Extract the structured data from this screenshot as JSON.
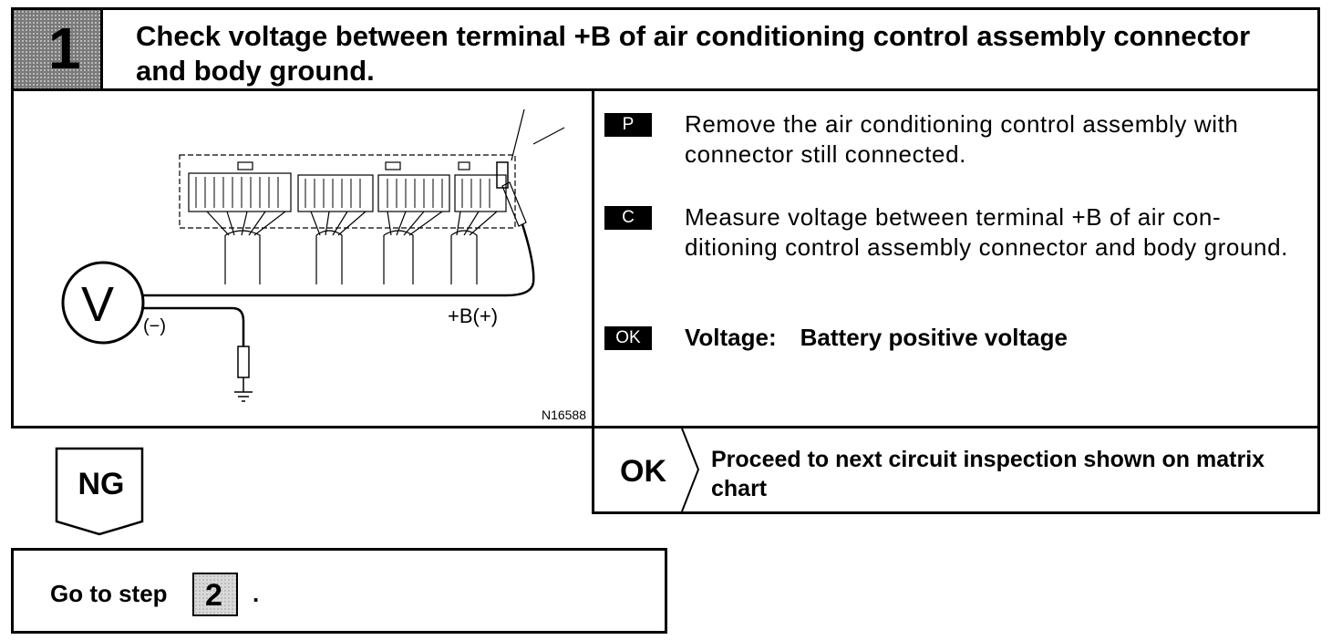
{
  "header": {
    "step_number": "1",
    "title": "Check voltage between terminal +B of air conditioning control assembly connector and body ground."
  },
  "diagram": {
    "meter_symbol": "V",
    "negative_label": "(−)",
    "positive_label": "+B(+)",
    "figure_id": "N16588"
  },
  "instructions": [
    {
      "tag": "P",
      "text": "Remove the air conditioning control assembly with connector still connected."
    },
    {
      "tag": "C",
      "text": "Measure voltage between terminal +B of air con-ditioning control assembly connector and body ground."
    },
    {
      "tag": "OK",
      "label": "Voltage:",
      "value": "Battery positive voltage"
    }
  ],
  "ok_result": {
    "label": "OK",
    "text": "Proceed to next circuit inspection shown on matrix chart"
  },
  "ng_result": {
    "label": "NG",
    "goto_prefix": "Go to step",
    "goto_step": "2",
    "goto_suffix": "."
  },
  "icons": [
    "ground-symbol-icon",
    "probe-icon",
    "voltmeter-icon",
    "chevron-right-icon",
    "pentagon-down-icon"
  ]
}
